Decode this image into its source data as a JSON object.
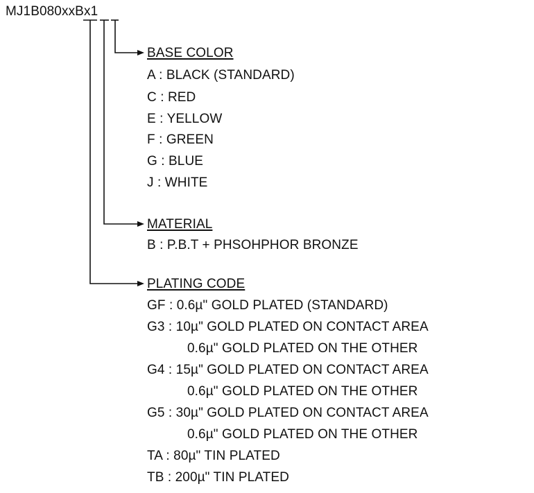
{
  "part_number": {
    "prefix": "MJ1B080",
    "field_plating": "xx",
    "field_material": "B",
    "field_color": "x",
    "suffix": "1"
  },
  "sections": {
    "base_color": {
      "heading": "BASE COLOR",
      "options": [
        "A : BLACK (STANDARD)",
        "C : RED",
        "E : YELLOW",
        "F : GREEN",
        "G : BLUE",
        "J : WHITE"
      ]
    },
    "material": {
      "heading": "MATERIAL",
      "options": [
        "B : P.B.T + PHSOHPHOR BRONZE"
      ]
    },
    "plating_code": {
      "heading": "PLATING CODE",
      "options": [
        "GF : 0.6µ\" GOLD PLATED (STANDARD)",
        "G3 : 10µ\" GOLD PLATED ON CONTACT AREA",
        "0.6µ\" GOLD PLATED ON THE OTHER",
        "G4 : 15µ\" GOLD PLATED ON CONTACT AREA",
        "0.6µ\" GOLD PLATED ON THE OTHER",
        "G5 : 30µ\" GOLD PLATED ON CONTACT AREA",
        "0.6µ\" GOLD PLATED ON THE OTHER",
        "TA : 80µ\" TIN PLATED",
        "TB : 200µ\" TIN PLATED"
      ]
    }
  }
}
